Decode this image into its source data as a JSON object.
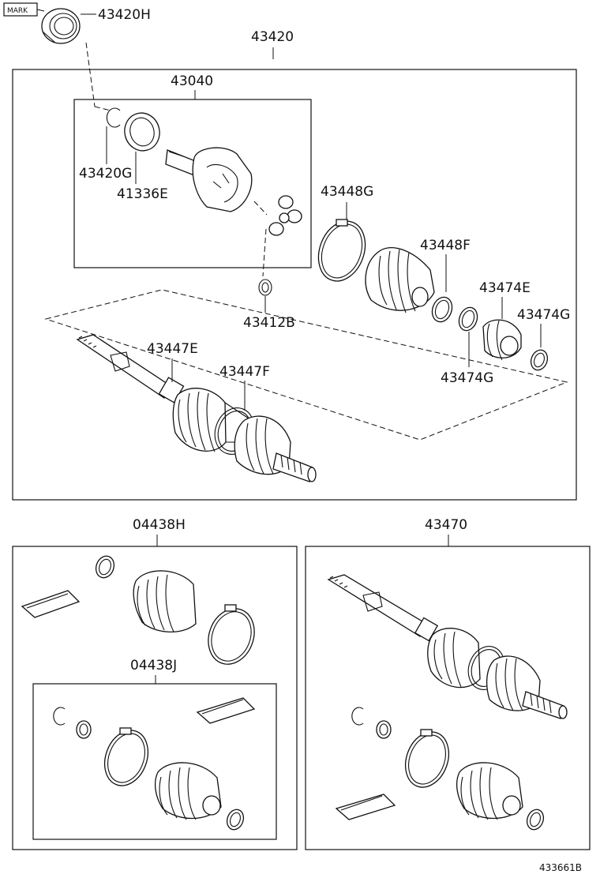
{
  "labels": {
    "p43420H": "43420H",
    "p43420": "43420",
    "p43040": "43040",
    "p43420G": "43420G",
    "p41336E": "41336E",
    "p43448G": "43448G",
    "p43448F": "43448F",
    "p43474E": "43474E",
    "p43474G_a": "43474G",
    "p43474G_b": "43474G",
    "p43412B": "43412B",
    "p43447E": "43447E",
    "p43447F": "43447F",
    "p04438H": "04438H",
    "p04438J": "04438J",
    "p43470": "43470"
  },
  "mark_tag": "MARK",
  "footer_code": "433661B"
}
